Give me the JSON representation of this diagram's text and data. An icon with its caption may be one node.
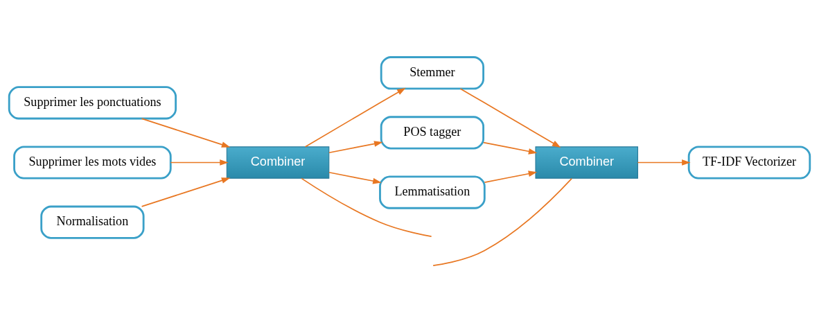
{
  "diagram": {
    "nodes": [
      {
        "text": [
          "Supprimer les ponctuations"
        ]
      },
      {
        "text": [
          "Supprimer les mots vides"
        ]
      },
      {
        "text": [
          "Normalisation"
        ]
      },
      {
        "text": [
          "Combiner"
        ]
      },
      {
        "text": [
          "Stemmer"
        ]
      },
      {
        "text": [
          "POS tagger"
        ]
      },
      {
        "text": [
          "Lemmatisation"
        ]
      },
      {
        "text": [
          "Combiner"
        ]
      },
      {
        "text": [
          "TF-IDF Vectorizer"
        ]
      }
    ],
    "edges": [
      {
        "from": 0,
        "to": 3,
        "arrow": "to"
      },
      {
        "from": 1,
        "to": 3,
        "arrow": "to"
      },
      {
        "from": 2,
        "to": 3,
        "arrow": "to"
      },
      {
        "from": 3,
        "to": 4,
        "arrow": "to"
      },
      {
        "from": 3,
        "to": 5,
        "arrow": "to"
      },
      {
        "from": 3,
        "to": 6,
        "arrow": "to"
      },
      {
        "from": 3,
        "to": null,
        "arrow": "none"
      },
      {
        "from": 4,
        "to": 7,
        "arrow": "to"
      },
      {
        "from": 5,
        "to": 7,
        "arrow": "to"
      },
      {
        "from": 6,
        "to": 7,
        "arrow": "to"
      },
      {
        "from": null,
        "to": 7,
        "arrow": "none"
      },
      {
        "from": 7,
        "to": 8,
        "arrow": "to"
      }
    ]
  }
}
